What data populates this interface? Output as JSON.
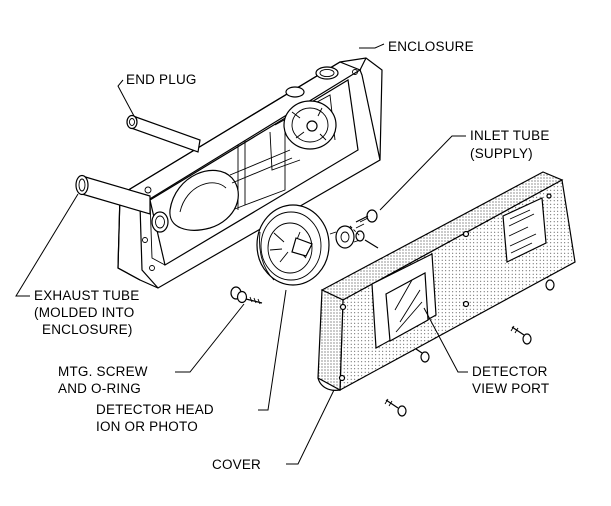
{
  "labels": {
    "enclosure": "ENCLOSURE",
    "end_plug": "END PLUG",
    "inlet_tube_1": "INLET TUBE",
    "inlet_tube_2": "(SUPPLY)",
    "exhaust_tube_1": "EXHAUST TUBE",
    "exhaust_tube_2": "(MOLDED INTO",
    "exhaust_tube_3": "ENCLOSURE)",
    "mtg_screw_1": "MTG. SCREW",
    "mtg_screw_2": "AND O-RING",
    "detector_view_port_1": "DETECTOR",
    "detector_view_port_2": "VIEW PORT",
    "detector_head_1": "DETECTOR HEAD",
    "detector_head_2": "ION OR PHOTO",
    "cover": "COVER"
  },
  "icons": [
    "enclosure-drawing",
    "cover-drawing",
    "detector-head-drawing",
    "screw-icon",
    "tube-drawing"
  ]
}
